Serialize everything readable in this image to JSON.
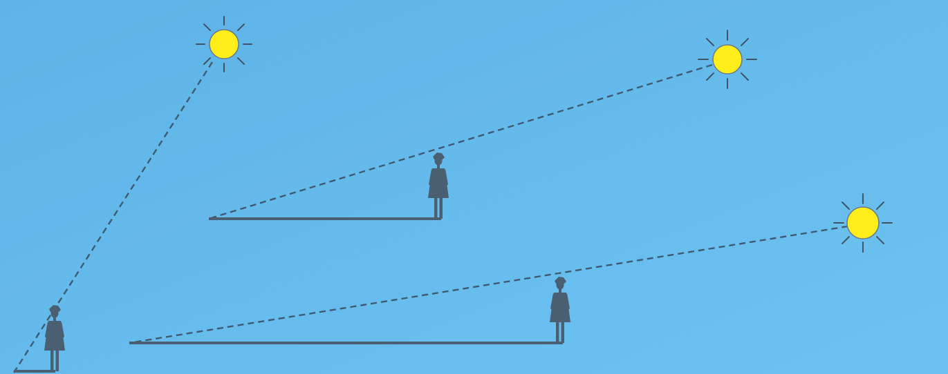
{
  "scene": {
    "colors": {
      "sky_top": "#5eb3e6",
      "sky_bottom": "#6cc3f1",
      "sun": "#ffee1a",
      "sun_ray": "#3f5466",
      "figure": "#4b5f72",
      "ray_line": "#3f5a70"
    },
    "suns": [
      {
        "name": "sun-high"
      },
      {
        "name": "sun-middle"
      },
      {
        "name": "sun-low"
      }
    ],
    "figures": [
      {
        "name": "person-high-sun",
        "shadow_length": "short"
      },
      {
        "name": "person-middle-sun",
        "shadow_length": "medium"
      },
      {
        "name": "person-low-sun",
        "shadow_length": "long"
      }
    ]
  }
}
